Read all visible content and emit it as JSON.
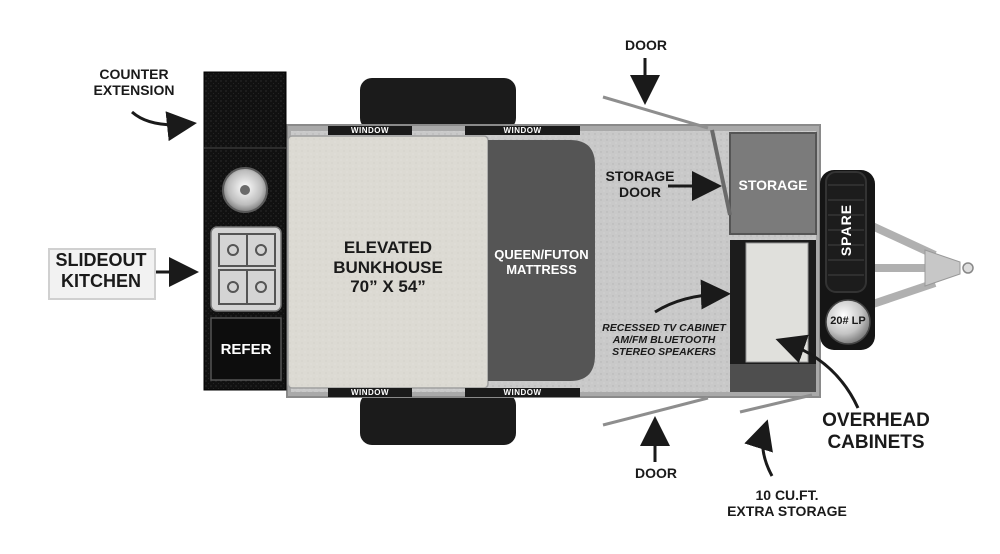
{
  "labels": {
    "counter_extension": "COUNTER\nEXTENSION",
    "slideout_kitchen": "SLIDEOUT\nKITCHEN",
    "refer": "REFER",
    "elevated_bunkhouse": "ELEVATED\nBUNKHOUSE\n70” X 54”",
    "queen_futon": "QUEEN/FUTON\nMATTRESS",
    "storage_door": "STORAGE\nDOOR",
    "storage": "STORAGE",
    "recessed_tv": "RECESSED TV CABINET\nAM/FM BLUETOOTH\nSTEREO SPEAKERS",
    "overhead_cabinets": "OVERHEAD\nCABINETS",
    "extra_storage": "10 CU.FT.\nEXTRA STORAGE",
    "door_top": "DOOR",
    "door_bottom": "DOOR",
    "spare": "SPARE",
    "lp_tank": "20# LP",
    "window": "WINDOW"
  },
  "windows": [
    "WINDOW",
    "WINDOW",
    "WINDOW",
    "WINDOW"
  ]
}
